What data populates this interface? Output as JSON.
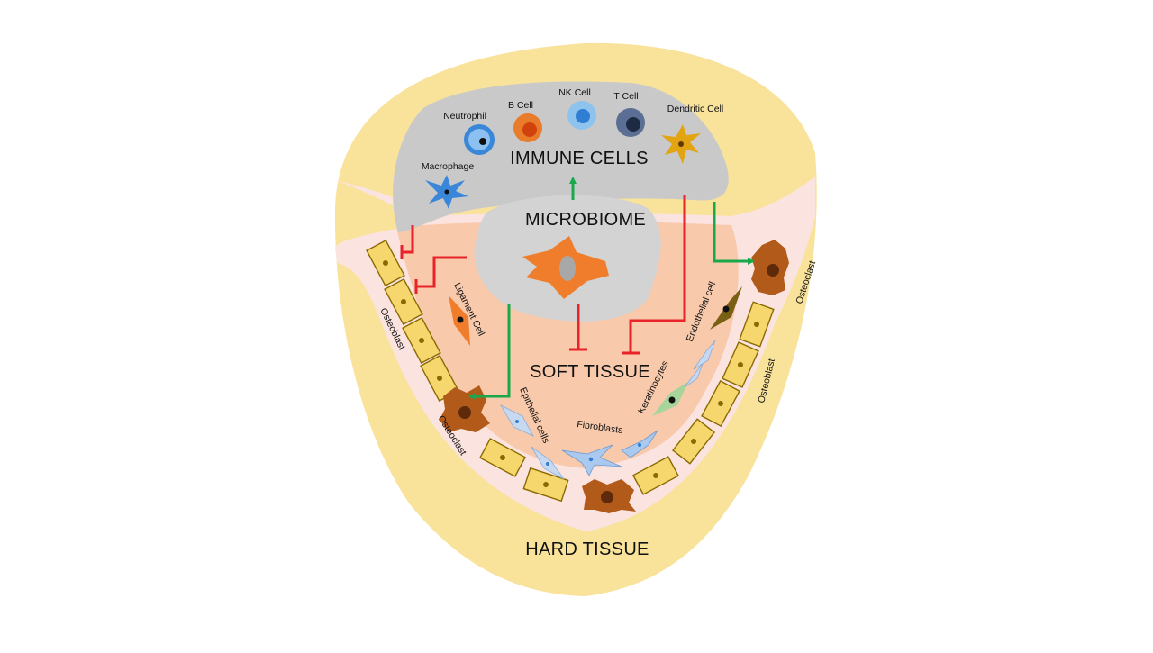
{
  "regions": {
    "immune": "IMMUNE CELLS",
    "microbiome": "MICROBIOME",
    "soft_tissue": "SOFT TISSUE",
    "hard_tissue": "HARD TISSUE"
  },
  "immune_cells": {
    "neutrophil": "Neutrophil",
    "b_cell": "B Cell",
    "nk_cell": "NK Cell",
    "t_cell": "T Cell",
    "dendritic": "Dendritic Cell",
    "macrophage": "Macrophage"
  },
  "tissue_cells": {
    "ligament": "Ligament Cell",
    "osteoblast_left": "Osteoblast",
    "osteoclast_left": "Osteoclast",
    "epithelial": "Epithelial cells",
    "fibroblasts": "Fibroblasts",
    "keratinocytes": "Keratinocytes",
    "endothelial": "Endothelial cell",
    "osteoclast_right": "Osteoclast",
    "osteoblast_right": "Osteoblast"
  },
  "colors": {
    "bone": "#f9e29a",
    "gum": "#fbe3e0",
    "soft": "#f8c9ab",
    "immune_band": "#c9c9c9",
    "activate": "#19a84a",
    "inhibit": "#e8232a"
  }
}
